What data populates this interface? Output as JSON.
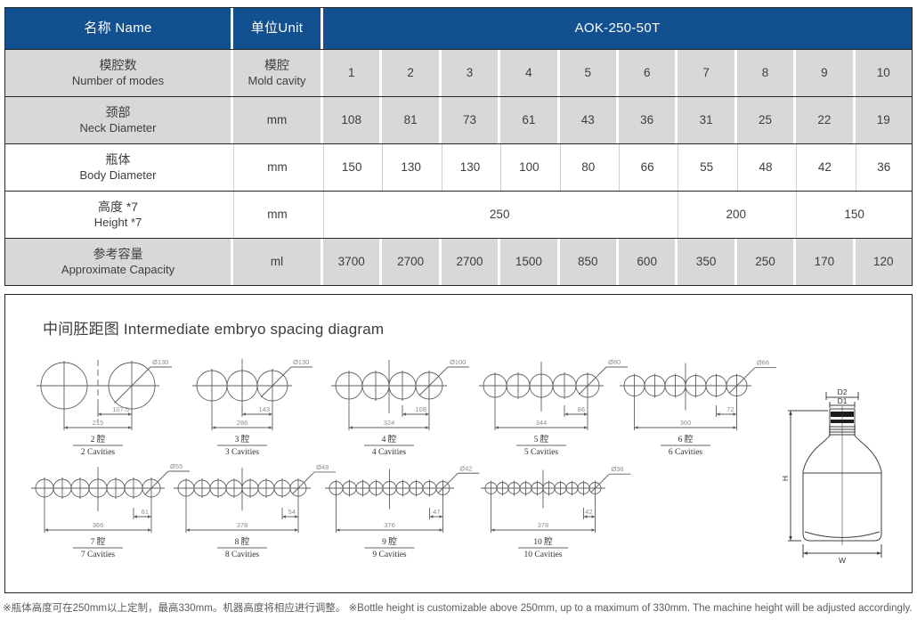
{
  "table": {
    "header": {
      "name": "名称 Name",
      "unit": "单位Unit",
      "model": "AOK-250-50T"
    },
    "rows": [
      {
        "cn": "模腔数",
        "en": "Number of modes",
        "unit_cn": "模腔",
        "unit_en": "Mold cavity",
        "values": [
          "1",
          "2",
          "3",
          "4",
          "5",
          "6",
          "7",
          "8",
          "9",
          "10"
        ]
      },
      {
        "cn": "颈部",
        "en": "Neck Diameter",
        "unit": "mm",
        "values": [
          "108",
          "81",
          "73",
          "61",
          "43",
          "36",
          "31",
          "25",
          "22",
          "19"
        ]
      },
      {
        "cn": "瓶体",
        "en": "Body Diameter",
        "unit": "mm",
        "values": [
          "150",
          "130",
          "130",
          "100",
          "80",
          "66",
          "55",
          "48",
          "42",
          "36"
        ]
      },
      {
        "cn": "高度 *7",
        "en": "Height *7",
        "unit": "mm",
        "merged": [
          {
            "value": "250",
            "span": 6
          },
          {
            "value": "200",
            "span": 2
          },
          {
            "value": "150",
            "span": 2
          }
        ]
      },
      {
        "cn": "参考容量",
        "en": "Approximate Capacity",
        "unit": "ml",
        "values": [
          "3700",
          "2700",
          "2700",
          "1500",
          "850",
          "600",
          "350",
          "250",
          "170",
          "120"
        ]
      }
    ]
  },
  "diagram_section": {
    "title": "中间胚距图 Intermediate embryo spacing diagram",
    "diagrams": [
      {
        "cavities": 2,
        "diameter": "Ø130",
        "pitch": "107.5",
        "total": "215",
        "label_cn": "2 腔",
        "label_en": "2 Cavities"
      },
      {
        "cavities": 3,
        "diameter": "Ø130",
        "pitch": "143",
        "total": "286",
        "label_cn": "3 腔",
        "label_en": "3 Cavities"
      },
      {
        "cavities": 4,
        "diameter": "Ø100",
        "pitch": "108",
        "total": "324",
        "label_cn": "4 腔",
        "label_en": "4 Cavities"
      },
      {
        "cavities": 5,
        "diameter": "Ø80",
        "pitch": "86",
        "total": "344",
        "label_cn": "5 腔",
        "label_en": "5 Cavities"
      },
      {
        "cavities": 6,
        "diameter": "Ø66",
        "pitch": "72",
        "total": "360",
        "label_cn": "6 腔",
        "label_en": "6 Cavities"
      },
      {
        "cavities": 7,
        "diameter": "Ø55",
        "pitch": "61",
        "total": "366",
        "label_cn": "7 腔",
        "label_en": "7 Cavities"
      },
      {
        "cavities": 8,
        "diameter": "Ø48",
        "pitch": "54",
        "total": "378",
        "label_cn": "8 腔",
        "label_en": "8 Cavities"
      },
      {
        "cavities": 9,
        "diameter": "Ø42",
        "pitch": "47",
        "total": "376",
        "label_cn": "9 腔",
        "label_en": "9 Cavities"
      },
      {
        "cavities": 10,
        "diameter": "Ø36",
        "pitch": "42",
        "total": "378",
        "label_cn": "10 腔",
        "label_en": "10 Cavities"
      }
    ],
    "bottle": {
      "d2": "D2",
      "d1": "D1",
      "h": "H",
      "w": "W"
    }
  },
  "footnote": "※瓶体高度可在250mm以上定制，最高330mm。机器高度将相应进行调整。 ※Bottle height is customizable above 250mm, up to a maximum of 330mm. The machine height will be adjusted accordingly.",
  "colors": {
    "header_blue": "#12508F",
    "row_gray": "#d8d8d8"
  }
}
